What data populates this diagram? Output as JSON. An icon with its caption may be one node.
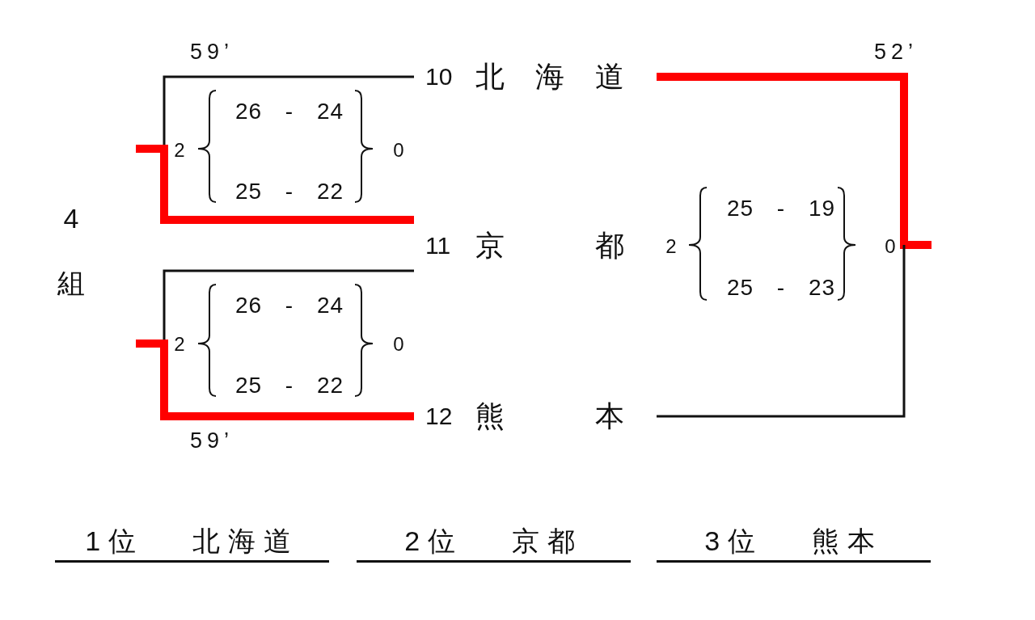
{
  "diagram": {
    "nodes": [
      {
        "text": [
          "10",
          "北海道"
        ]
      },
      {
        "text": [
          "11",
          "京都"
        ]
      },
      {
        "text": [
          "12",
          "熊本"
        ]
      }
    ],
    "edges": [
      {
        "from": null,
        "to": 0,
        "arrow": "none"
      },
      {
        "from": null,
        "to": 1,
        "arrow": "none",
        "style": "thick",
        "color": "#ff0000"
      },
      {
        "from": null,
        "to": 1,
        "arrow": "none"
      },
      {
        "from": null,
        "to": 2,
        "arrow": "none",
        "style": "thick",
        "color": "#ff0000"
      },
      {
        "from": null,
        "to": 0,
        "arrow": "none",
        "style": "thick",
        "color": "#ff0000"
      },
      {
        "from": null,
        "to": 2,
        "arrow": "none"
      }
    ],
    "labels": [
      "59’",
      "52’",
      "2",
      "26 - 24",
      "25 - 22",
      "0",
      "4組",
      "2",
      "25 - 19",
      "25 - 23",
      "0",
      "2",
      "26 - 24",
      "25 - 22",
      "0",
      "59’",
      "1位 北海道",
      "2位 京都",
      "3位 熊本"
    ]
  }
}
